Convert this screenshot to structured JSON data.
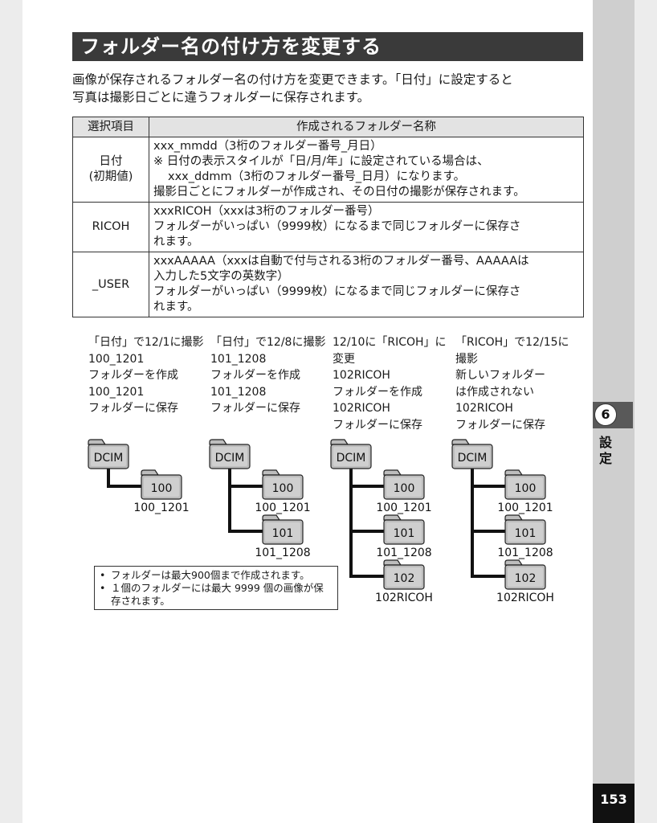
{
  "page": {
    "title": "フォルダー名の付け方を変更する",
    "intro_lines": [
      "画像が保存されるフォルダー名の付け方を変更できます。「日付」に設定すると",
      "写真は撮影日ごとに違うフォルダーに保存されます。"
    ],
    "chapter_number": "6",
    "chapter_label": "設定",
    "page_number": "153"
  },
  "table": {
    "headers": [
      "選択項目",
      "作成されるフォルダー名称"
    ],
    "rows": [
      {
        "item": [
          "日付",
          "(初期値)"
        ],
        "desc": [
          "xxx_mmdd（3桁のフォルダー番号_月日）",
          "※ 日付の表示スタイルが「日/月/年」に設定されている場合は、",
          "xxx_ddmm（3桁のフォルダー番号_日月）になります。",
          "撮影日ごとにフォルダーが作成され、その日付の撮影が保存されます。"
        ]
      },
      {
        "item": [
          "RICOH"
        ],
        "desc": [
          "xxxRICOH（xxxは3桁のフォルダー番号）",
          "フォルダーがいっぱい（9999枚）になるまで同じフォルダーに保存さ",
          "れます。"
        ]
      },
      {
        "item": [
          "_USER"
        ],
        "desc": [
          "xxxAAAAA（xxxは自動で付与される3桁のフォルダー番号、AAAAAは",
          "入力した5文字の英数字）",
          "フォルダーがいっぱい（9999枚）になるまで同じフォルダーに保存さ",
          "れます。"
        ]
      }
    ]
  },
  "examples": [
    {
      "lines": [
        "「日付」で12/1に撮影",
        "100_1201",
        "フォルダーを作成",
        "100_1201",
        "フォルダーに保存"
      ],
      "root": "DCIM",
      "folders": [
        {
          "num": "100",
          "name": "100_1201"
        }
      ]
    },
    {
      "lines": [
        "「日付」で12/8に撮影",
        "101_1208",
        "フォルダーを作成",
        "101_1208",
        "フォルダーに保存"
      ],
      "root": "DCIM",
      "folders": [
        {
          "num": "100",
          "name": "100_1201"
        },
        {
          "num": "101",
          "name": "101_1208"
        }
      ]
    },
    {
      "lines": [
        "12/10に「RICOH」に",
        "変更",
        "102RICOH",
        "フォルダーを作成",
        "102RICOH",
        "フォルダーに保存"
      ],
      "root": "DCIM",
      "folders": [
        {
          "num": "100",
          "name": "100_1201"
        },
        {
          "num": "101",
          "name": "101_1208"
        },
        {
          "num": "102",
          "name": "102RICOH"
        }
      ]
    },
    {
      "lines": [
        "「RICOH」で12/15に",
        "撮影",
        "新しいフォルダー",
        "は作成されない",
        "102RICOH",
        "フォルダーに保存"
      ],
      "root": "DCIM",
      "folders": [
        {
          "num": "100",
          "name": "100_1201"
        },
        {
          "num": "101",
          "name": "101_1208"
        },
        {
          "num": "102",
          "name": "102RICOH"
        }
      ]
    }
  ],
  "notes": [
    "フォルダーは最大900個まで作成されます。",
    "１個のフォルダーには最大 9999 個の画像が保存されます。"
  ],
  "note_bullet": "•"
}
